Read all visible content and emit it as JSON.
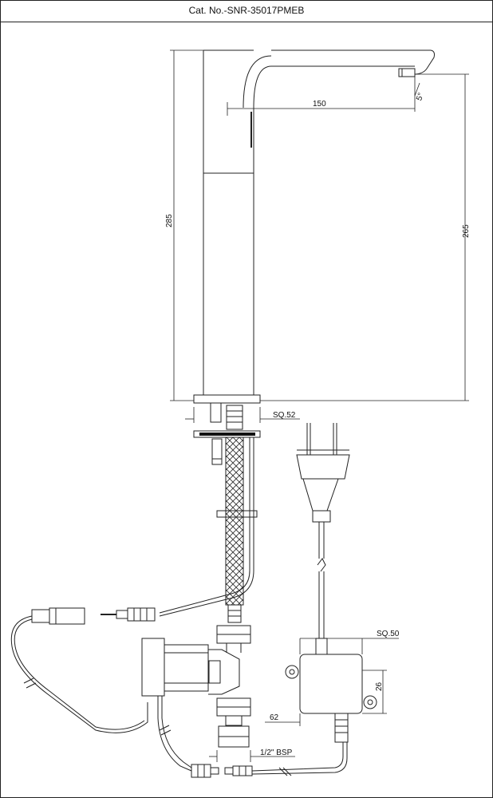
{
  "header": {
    "cat_no": "Cat. No.-SNR-35017PMEB"
  },
  "dimensions": {
    "total_height": "285",
    "spout_height": "265",
    "spout_reach": "150",
    "spout_angle": "5°",
    "base_square": "SQ.52",
    "box_square": "SQ.50",
    "box_depth": "26",
    "box_width": "62",
    "inlet_thread": "1/2\" BSP"
  }
}
